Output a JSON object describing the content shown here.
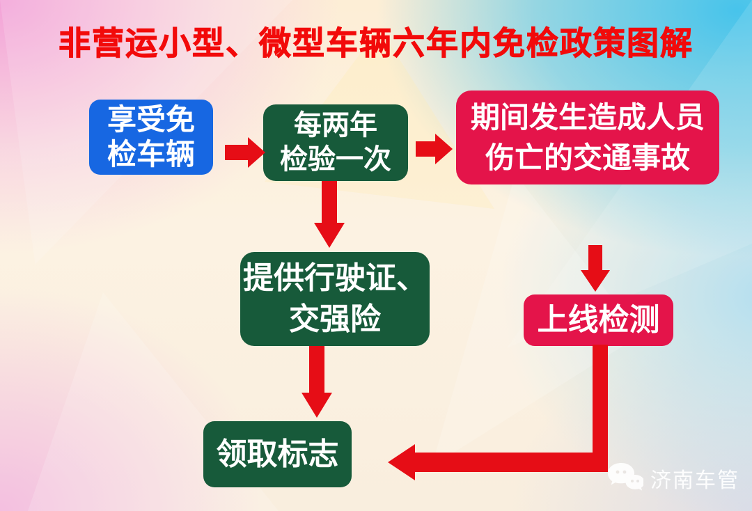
{
  "title": "非营运小型、微型车辆六年内免检政策图解",
  "colors": {
    "title_red": "#f20a0a",
    "box_blue": "#1767e2",
    "box_green": "#175a3a",
    "box_red": "#e4144a",
    "arrow_red": "#e60d16"
  },
  "flow": {
    "exempt": {
      "line1": "享受免",
      "line2": "检车辆"
    },
    "biennial": {
      "line1": "每两年",
      "line2": "检验一次"
    },
    "accident": {
      "line1": "期间发生造成人员",
      "line2": "伤亡的交通事故"
    },
    "documents": {
      "line1": "提供行驶证、",
      "line2": "交强险"
    },
    "inspection": {
      "label": "上线检测"
    },
    "sticker": {
      "label": "领取标志"
    }
  },
  "watermark": {
    "label": "济南车管",
    "icon": "wechat-icon"
  }
}
